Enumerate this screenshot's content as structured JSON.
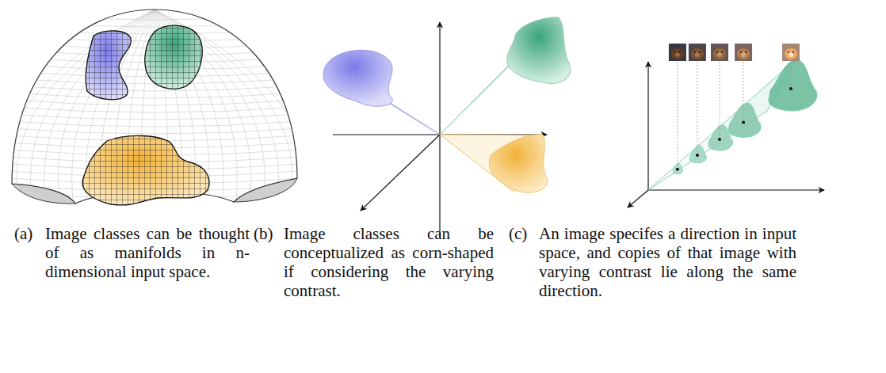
{
  "diagram": {
    "labels": [
      "(a)",
      "Image classes can be thought of as manifolds in n-dimensional input space.",
      "(b)",
      "Image classes can be conceptualized as corn-shaped if considering the varying contrast.",
      "(c)",
      "An image specifes a direction in input space, and copies of that image with varying contrast lie along the same direction."
    ]
  }
}
